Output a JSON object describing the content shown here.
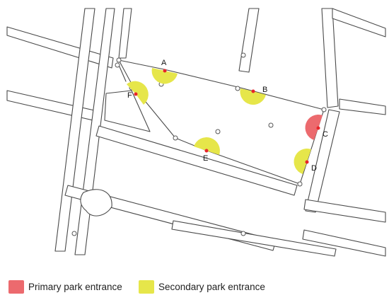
{
  "colors": {
    "primary": "#ec6a6e",
    "secondary": "#e6e64a",
    "road_outline": "#4a4a4a",
    "entrance_point": "#e8252a"
  },
  "entrances": [
    {
      "id": "entrance-a",
      "label": "A",
      "type": "secondary"
    },
    {
      "id": "entrance-b",
      "label": "B",
      "type": "secondary"
    },
    {
      "id": "entrance-c",
      "label": "C",
      "type": "primary"
    },
    {
      "id": "entrance-d",
      "label": "D",
      "type": "secondary"
    },
    {
      "id": "entrance-e",
      "label": "E",
      "type": "secondary"
    },
    {
      "id": "entrance-f",
      "label": "F",
      "type": "secondary"
    }
  ],
  "legend": {
    "primary_label": "Primary park entrance",
    "secondary_label": "Secondary park entrance"
  }
}
